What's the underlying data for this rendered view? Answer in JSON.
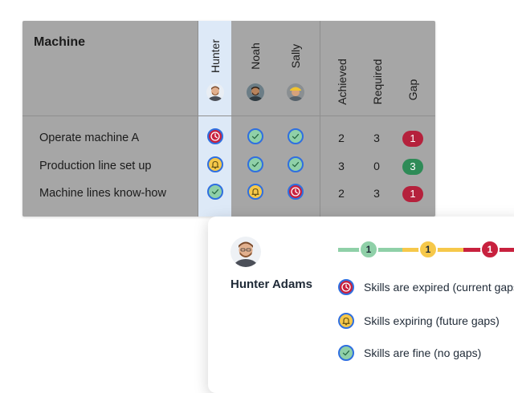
{
  "matrix": {
    "title": "Machine",
    "people": [
      {
        "name": "Hunter"
      },
      {
        "name": "Noah"
      },
      {
        "name": "Sally"
      }
    ],
    "summary_headers": [
      "Achieved",
      "Required",
      "Gap"
    ],
    "rows": [
      {
        "skill": "Operate machine A",
        "statuses": [
          "expired",
          "fine",
          "fine"
        ],
        "achieved": "2",
        "required": "3",
        "gap": "1",
        "gap_status": "negative"
      },
      {
        "skill": "Production line set up",
        "statuses": [
          "expiring",
          "fine",
          "fine"
        ],
        "achieved": "3",
        "required": "0",
        "gap": "3",
        "gap_status": "positive"
      },
      {
        "skill": "Machine lines know-how",
        "statuses": [
          "fine",
          "expiring",
          "expired"
        ],
        "achieved": "2",
        "required": "3",
        "gap": "1",
        "gap_status": "negative"
      }
    ]
  },
  "card": {
    "name": "Hunter Adams",
    "progress": [
      {
        "count": "1",
        "status": "fine"
      },
      {
        "count": "1",
        "status": "expiring"
      },
      {
        "count": "1",
        "status": "expired"
      }
    ],
    "legend": [
      {
        "status": "expired",
        "label": "Skills are expired (current gaps)"
      },
      {
        "status": "expiring",
        "label": "Skills expiring (future gaps)"
      },
      {
        "status": "fine",
        "label": "Skills are fine (no gaps)"
      }
    ]
  },
  "icons": {
    "expired": "clock-icon",
    "expiring": "bell-icon",
    "fine": "check-icon"
  },
  "colors": {
    "expired": "#c8213e",
    "expiring": "#f6c84a",
    "fine": "#8fd0a8",
    "status_border": "#2f6fe0",
    "gap_negative": "#b5213c",
    "gap_positive": "#2e8b57",
    "highlight_column": "#dde9f7"
  }
}
